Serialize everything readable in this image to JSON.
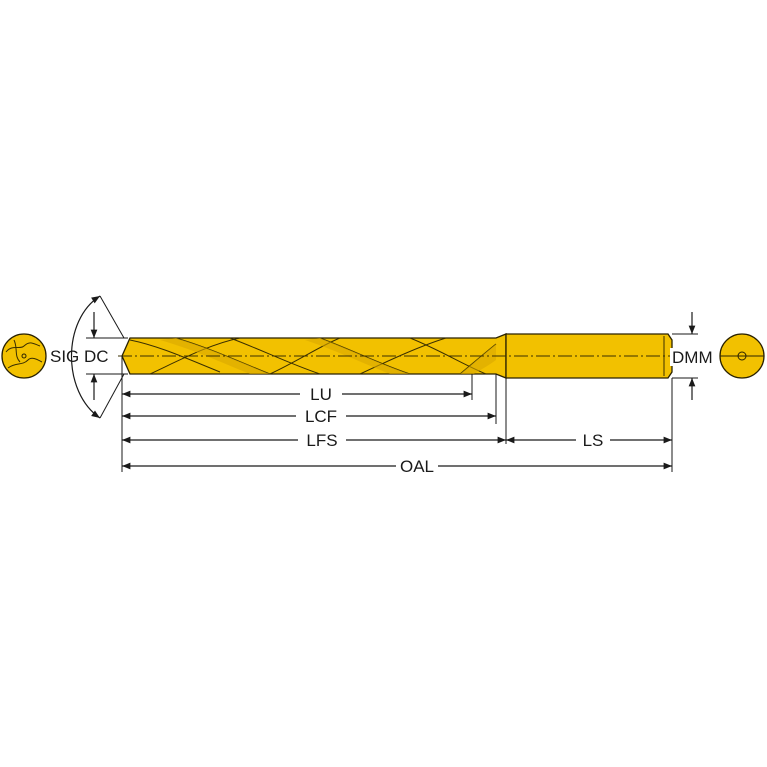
{
  "colors": {
    "drill_body": "#f2c100",
    "drill_dark": "#d8a800",
    "line": "#1a1a1a"
  },
  "labels": {
    "sig": "SIG",
    "dc": "DC",
    "dmm": "DMM",
    "lu": "LU",
    "lcf": "LCF",
    "lfs": "LFS",
    "ls": "LS",
    "oal": "OAL"
  },
  "icons": {
    "left_end": "drill-point-end-view-icon",
    "right_end": "shank-end-view-icon"
  }
}
